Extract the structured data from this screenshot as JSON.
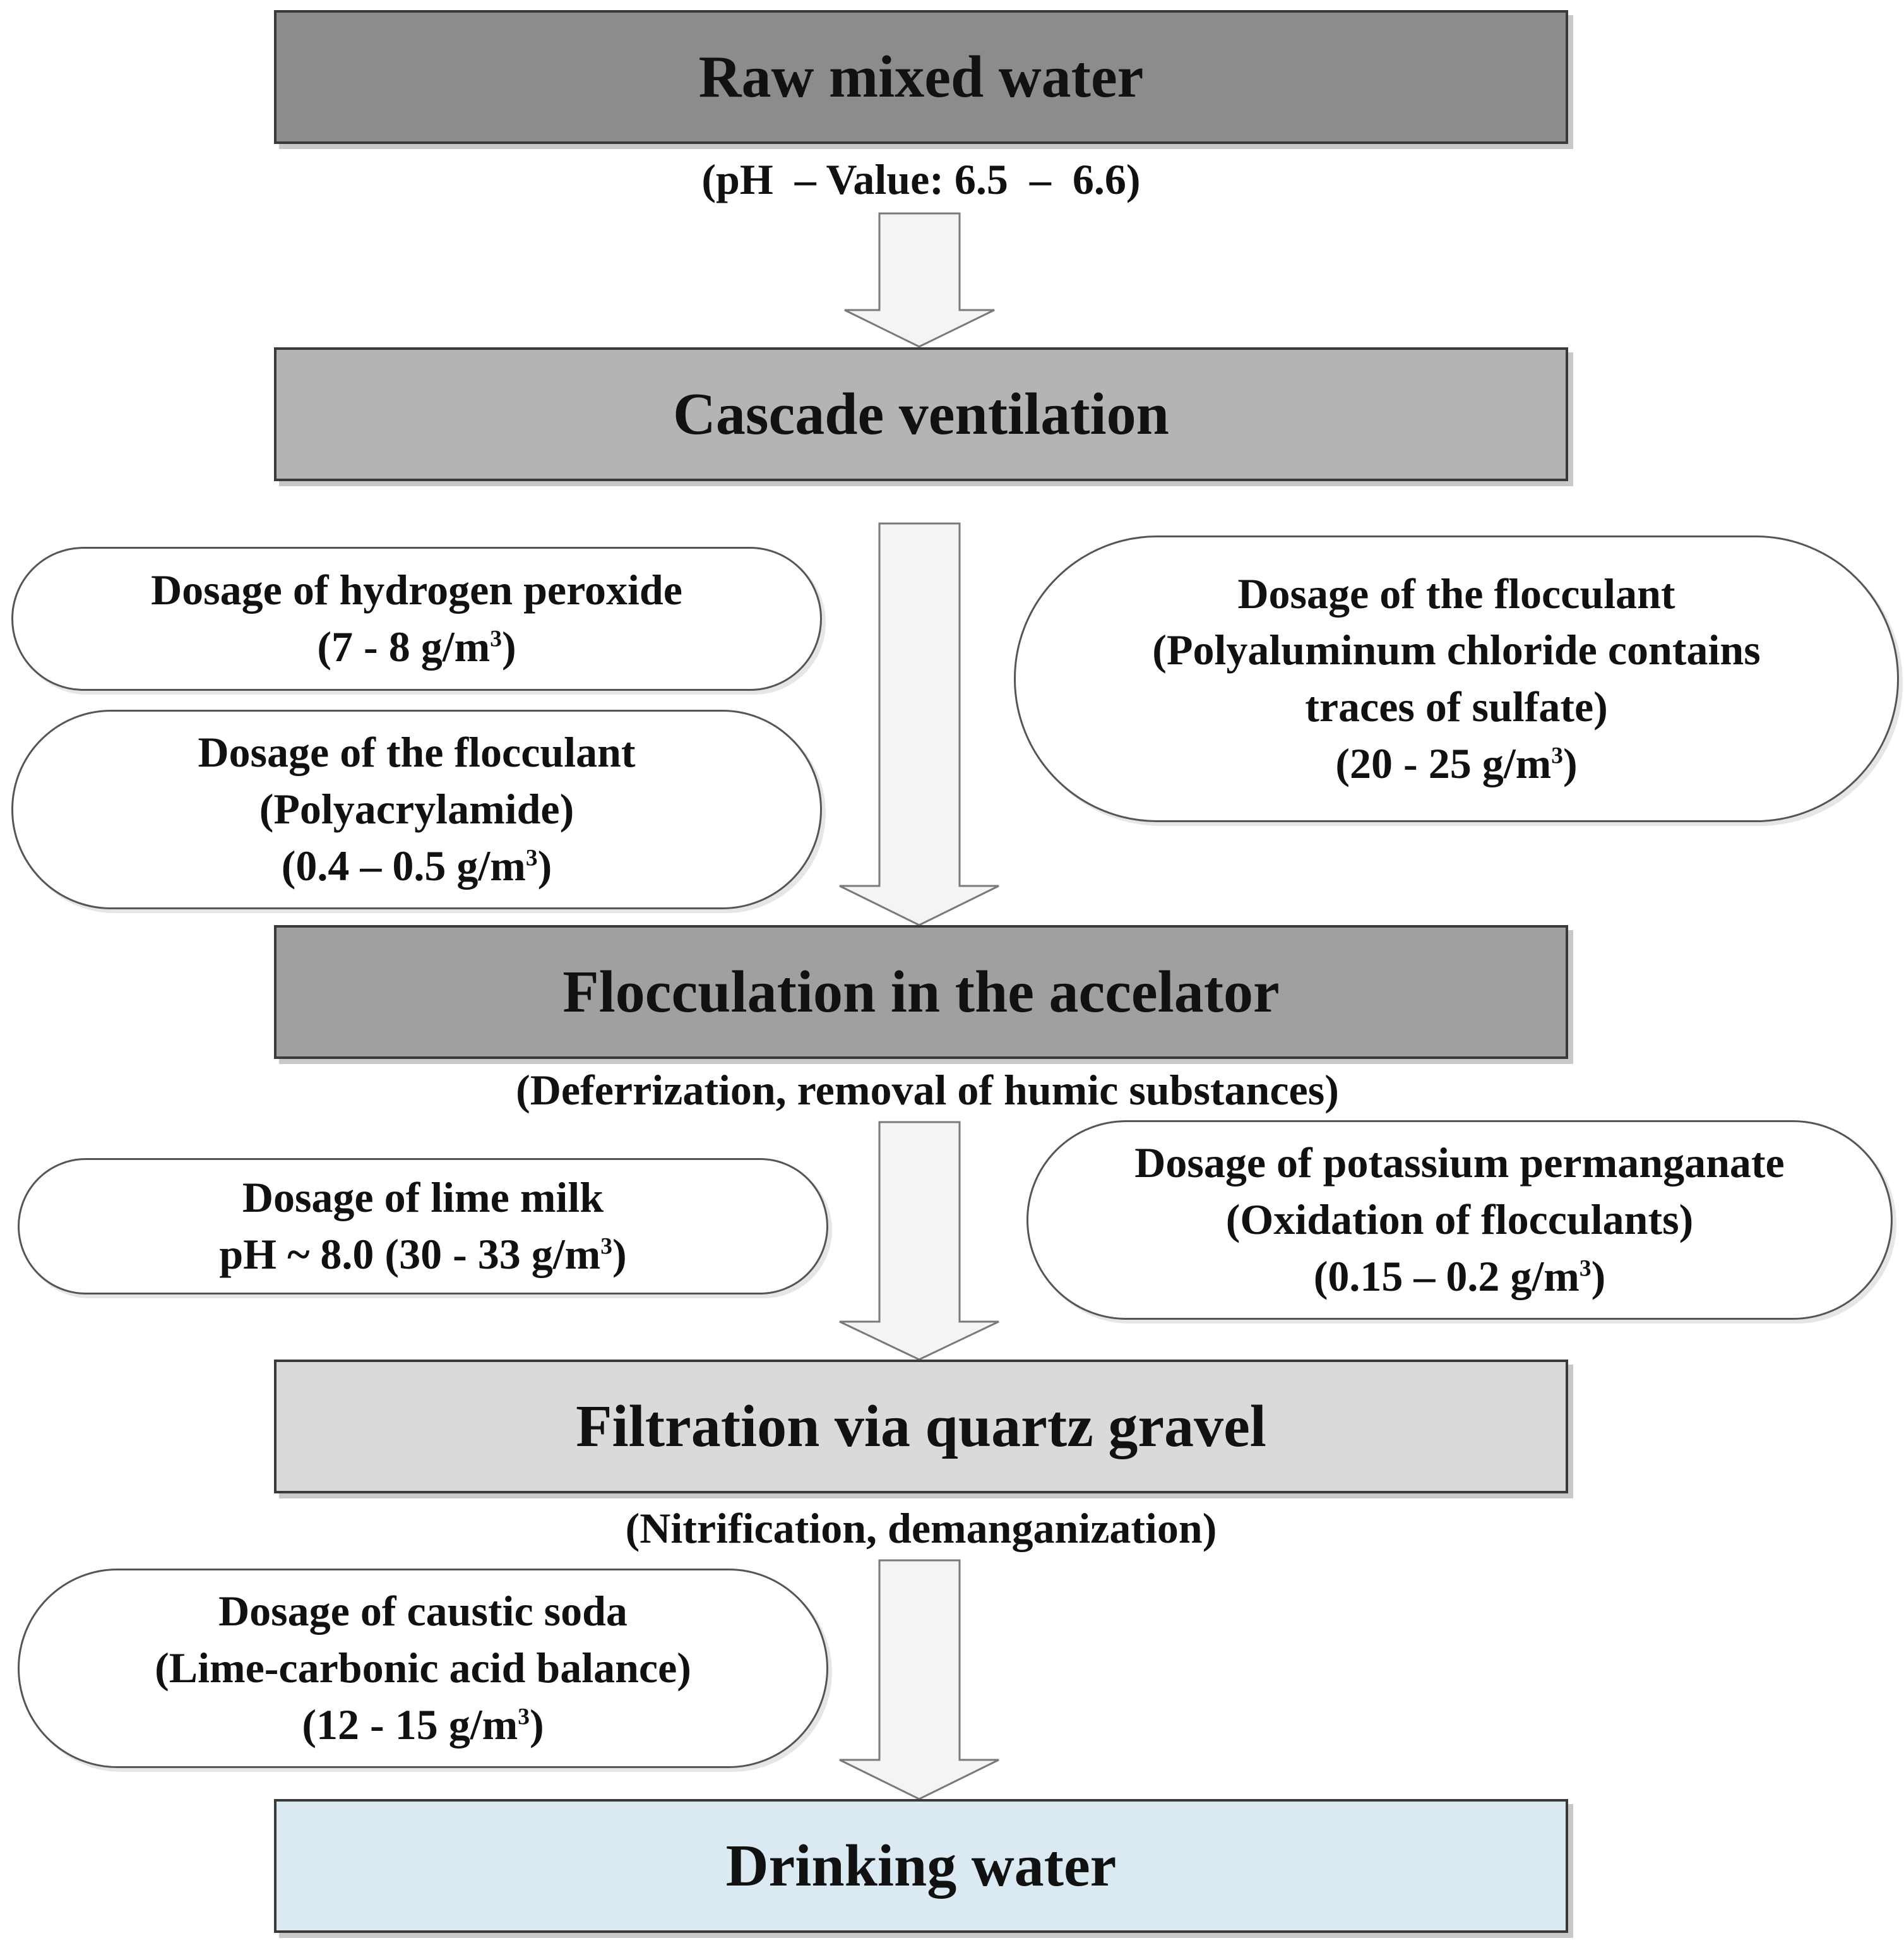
{
  "stages": [
    {
      "label": "Raw mixed water",
      "fill": "#8c8c8c"
    },
    {
      "label": "Cascade ventilation",
      "fill": "#b4b4b4"
    },
    {
      "label": "Flocculation in the accelator",
      "fill": "#a0a0a0"
    },
    {
      "label": "Filtration via quartz gravel",
      "fill": "#dadada"
    },
    {
      "label": "Drinking water",
      "fill": "#dbe9f2"
    }
  ],
  "notes": {
    "raw_ph": "(pH  – Value: 6.5  –  6.6)",
    "flocculation": "(Deferrization, removal of humic substances)",
    "filtration": "(Nitrification, demanganization)"
  },
  "dosages": {
    "hydrogen_peroxide": {
      "line1": "Dosage of hydrogen peroxide",
      "line2_pre": "(7 - 8 g/m",
      "sup": "3",
      "line2_post": ")"
    },
    "polyacrylamide": {
      "line1": "Dosage of the flocculant",
      "line2": "(Polyacrylamide)",
      "line3_pre": "(0.4 – 0.5 g/m",
      "sup": "3",
      "line3_post": ")"
    },
    "polyaluminum": {
      "line1": "Dosage of the flocculant",
      "line2": "(Polyaluminum chloride contains",
      "line3": "traces of sulfate)",
      "line4_pre": "(20 - 25 g/m",
      "sup": "3",
      "line4_post": ")"
    },
    "lime_milk": {
      "line1": "Dosage of lime milk",
      "line2_pre": "pH ~ 8.0 (30 - 33 g/m",
      "sup": "3",
      "line2_post": ")"
    },
    "potassium_permanganate": {
      "line1": "Dosage of potassium permanganate",
      "line2": "(Oxidation of flocculants)",
      "line3_pre": "(0.15 – 0.2 g/m",
      "sup": "3",
      "line3_post": ")"
    },
    "caustic_soda": {
      "line1": "Dosage of caustic soda",
      "line2": "(Lime-carbonic acid balance)",
      "line3_pre": "(12 - 15 g/m",
      "sup": "3",
      "line3_post": ")"
    }
  },
  "colors": {
    "arrow_fill": "#f4f4f4",
    "arrow_stroke": "#7a7a7a"
  }
}
